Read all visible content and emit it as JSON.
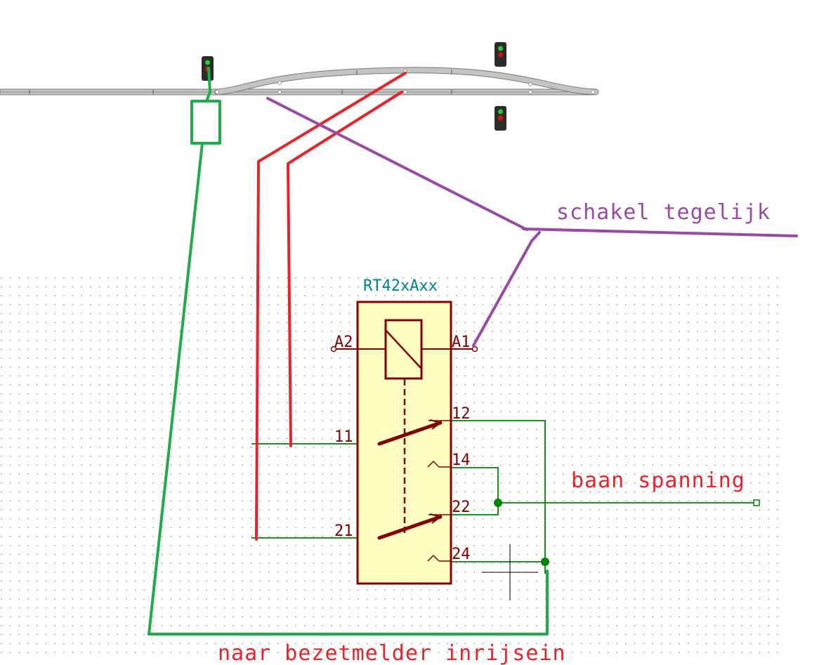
{
  "diagram": {
    "component": {
      "reference": "RT42xAxx",
      "pins": {
        "coil_a2": "A2",
        "coil_a1": "A1",
        "contact_11": "11",
        "contact_12": "12",
        "contact_14": "14",
        "contact_21": "21",
        "contact_22": "22",
        "contact_24": "24"
      }
    },
    "annotations": {
      "switch_together": "schakel tegelijk",
      "track_power": "baan spanning",
      "to_occupancy_detector": "naar bezetmelder inrijsein"
    },
    "colors": {
      "schematic_wire": "#008400",
      "schematic_body": "#840000",
      "body_fill": "#ffffc2",
      "reference_text": "#008484",
      "marker_green": "#1fad4b",
      "marker_red": "#e8232a",
      "marker_purple": "#9a4aa6",
      "track_gray": "#a0a0a0"
    }
  }
}
